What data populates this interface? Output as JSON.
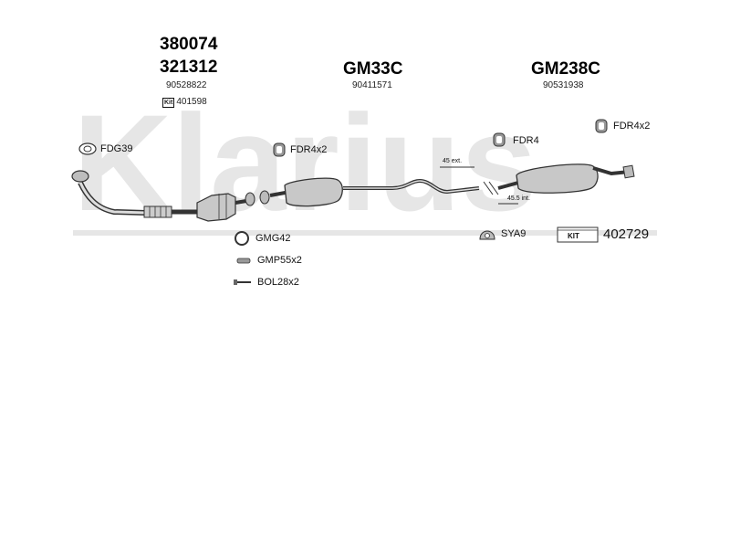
{
  "watermark_text": "Klarius",
  "headers": {
    "left_code_1": "380074",
    "left_code_2": "321312",
    "left_ref": "90528822",
    "left_kit_tag": "Kit",
    "left_kit_number": "401598",
    "middle_code": "GM33C",
    "middle_ref": "90411571",
    "right_code": "GM238C",
    "right_ref": "90531938"
  },
  "parts": {
    "fdg": "FDG39",
    "fdr_left": "FDR4x2",
    "fdr_mid": "FDR4",
    "fdr_right": "FDR4x2",
    "gmg": "GMG42",
    "gmp": "GMP55x2",
    "bol": "BOL28x2",
    "sya": "SYA9"
  },
  "dimensions": {
    "ext": "45 ext.",
    "int": "45.5 int."
  },
  "kit": {
    "tag": "KIT",
    "number": "402729"
  },
  "colors": {
    "watermark": "#e6e6e6",
    "line": "#333333",
    "part_fill": "#bdbdbd"
  }
}
